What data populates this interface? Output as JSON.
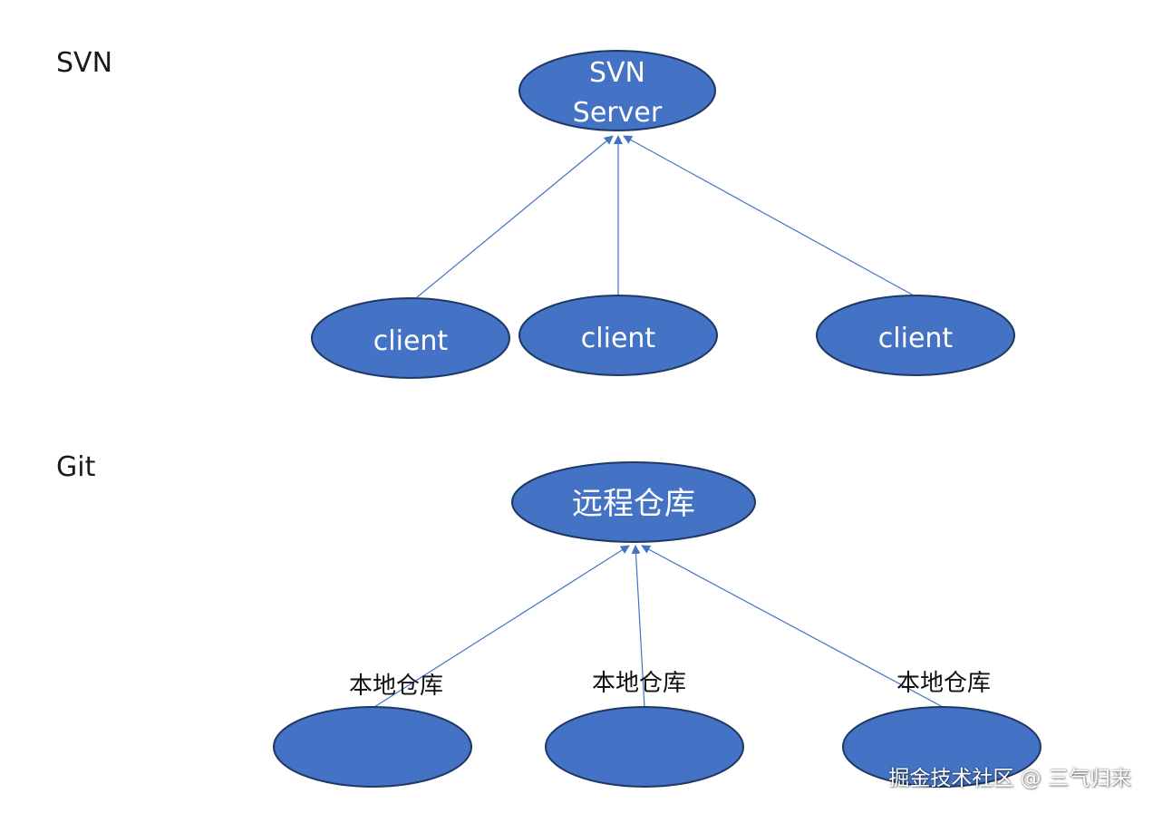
{
  "colors": {
    "node_fill": "#4472C4",
    "node_stroke": "#1F3864",
    "edge": "#4472C4",
    "text_on_node": "#ffffff",
    "label_text": "#111111"
  },
  "svn": {
    "section_label": "SVN",
    "server": {
      "line1": "SVN",
      "line2": "Server"
    },
    "clients": [
      "client",
      "client",
      "client"
    ]
  },
  "git": {
    "section_label": "Git",
    "remote": {
      "label": "远程仓库"
    },
    "locals": [
      {
        "label": "本地仓库"
      },
      {
        "label": "本地仓库"
      },
      {
        "label": "本地仓库"
      }
    ]
  },
  "watermark": "掘金技术社区 @ 三气归来"
}
